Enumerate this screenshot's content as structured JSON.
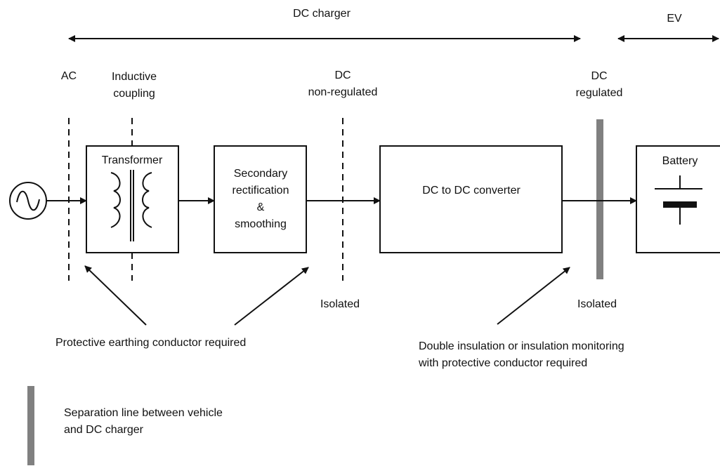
{
  "colors": {
    "line": "#111111",
    "separation_bar": "#808080",
    "background": "#ffffff"
  },
  "scope": {
    "charger": "DC charger",
    "vehicle": "EV"
  },
  "stages": {
    "ac": "AC",
    "inductive_line1": "Inductive",
    "inductive_line2": "coupling",
    "dc_nonreg_line1": "DC",
    "dc_nonreg_line2": "non-regulated",
    "dc_reg_line1": "DC",
    "dc_reg_line2": "regulated"
  },
  "blocks": {
    "ac_source": "ac-source-icon",
    "transformer": "Transformer",
    "rectifier_line1": "Secondary",
    "rectifier_line2": "rectification",
    "rectifier_line3": "&",
    "rectifier_line4": "smoothing",
    "converter": "DC to DC converter",
    "battery": "Battery"
  },
  "isolation": {
    "left": "Isolated",
    "right": "Isolated"
  },
  "notes": {
    "earthing": "Protective earthing conductor required",
    "insulation_line1": "Double insulation or insulation monitoring",
    "insulation_line2": "with protective conductor required"
  },
  "legend": {
    "line1": "Separation line between vehicle",
    "line2": "and DC charger"
  }
}
